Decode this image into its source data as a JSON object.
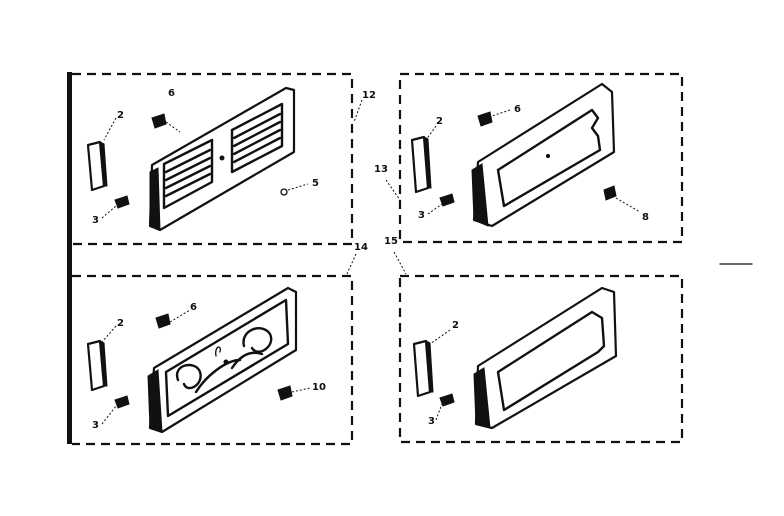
{
  "callouts": {
    "panel_12": {
      "c1": "2",
      "c2": "3",
      "c3": "6",
      "c4": "5",
      "ref": "12"
    },
    "panel_13": {
      "c1": "2",
      "c2": "3",
      "c3": "6",
      "c4": "8",
      "ref": "13"
    },
    "panel_14": {
      "c1": "2",
      "c2": "3",
      "c3": "6",
      "c4": "10",
      "ref": "14"
    },
    "panel_15": {
      "c1": "2",
      "c2": "3",
      "ref": "15"
    }
  }
}
